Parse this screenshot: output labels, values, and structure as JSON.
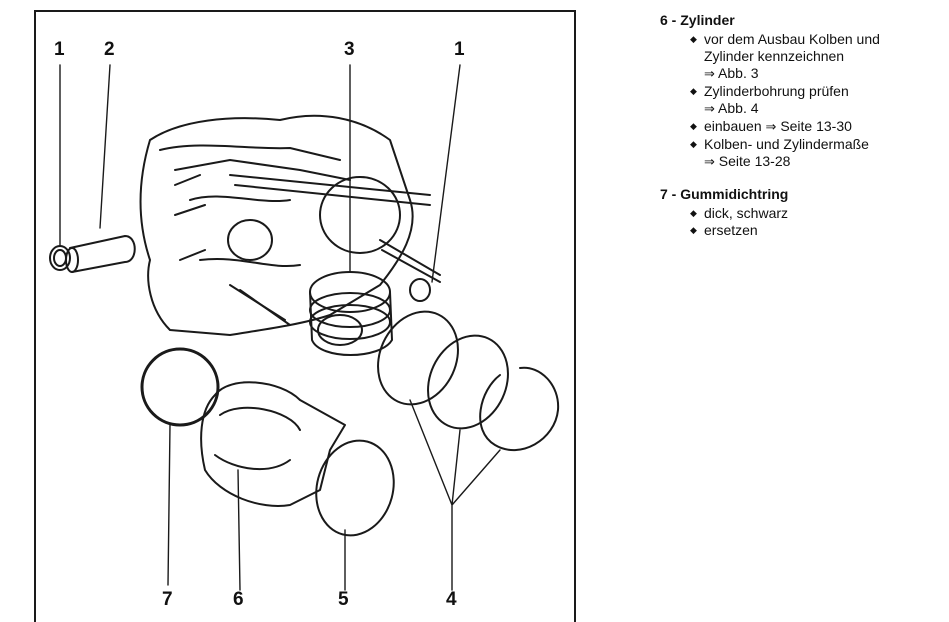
{
  "figure": {
    "callouts": [
      {
        "id": "c1a",
        "text": "1"
      },
      {
        "id": "c2",
        "text": "2"
      },
      {
        "id": "c3",
        "text": "3"
      },
      {
        "id": "c1b",
        "text": "1"
      },
      {
        "id": "c7",
        "text": "7"
      },
      {
        "id": "c6",
        "text": "6"
      },
      {
        "id": "c5",
        "text": "5"
      },
      {
        "id": "c4",
        "text": "4"
      }
    ]
  },
  "legend": {
    "sections": [
      {
        "heading": "6 - Zylinder",
        "items": [
          {
            "text": "vor dem Ausbau Kolben und",
            "cont": "Zylinder kennzeichnen",
            "arrow": "⇒",
            "ref": "Abb. 3"
          },
          {
            "text": "Zylinderbohrung prüfen",
            "cont": "",
            "arrow": "⇒",
            "ref": "Abb. 4"
          },
          {
            "text": "einbauen",
            "cont": "",
            "arrow": "⇒",
            "ref": "Seite 13-30"
          },
          {
            "text": "Kolben- und Zylindermaße",
            "cont": "",
            "arrow": "⇒",
            "ref": "Seite 13-28"
          }
        ]
      },
      {
        "heading": "7 - Gummidichtring",
        "items": [
          {
            "text": "dick, schwarz"
          },
          {
            "text": "ersetzen"
          }
        ]
      }
    ]
  }
}
